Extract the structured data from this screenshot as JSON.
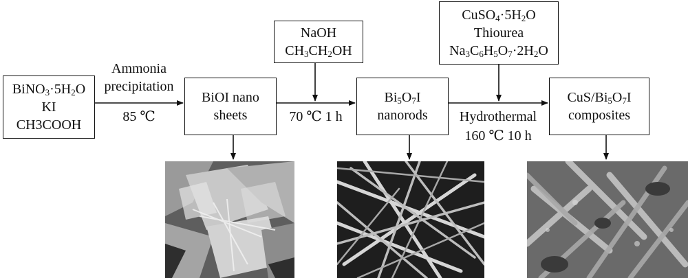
{
  "boxes": {
    "reactants": {
      "line1": {
        "a": "BiNO",
        "s1": "3",
        "b": "·5H",
        "s2": "2",
        "c": "O"
      },
      "line2": "KI",
      "line3": "CH3COOH"
    },
    "naoh": {
      "line1": "NaOH",
      "line2": {
        "a": "CH",
        "s1": "3",
        "b": "CH",
        "s2": "2",
        "c": "OH"
      }
    },
    "cuso4": {
      "line1": {
        "a": "CuSO",
        "s1": "4",
        "b": "·5H",
        "s2": "2",
        "c": "O"
      },
      "line2": "Thiourea",
      "line3": {
        "a": "Na",
        "s1": "3",
        "b": "C",
        "s2": "6",
        "c": "H",
        "s3": "5",
        "d": "O",
        "s4": "7",
        "e": "·2H",
        "s5": "2",
        "f": "O"
      }
    },
    "bioi": {
      "line1": "BiOI nano",
      "line2": "sheets"
    },
    "bi5o7i": {
      "line1": {
        "a": "Bi",
        "s1": "5",
        "b": "O",
        "s2": "7",
        "c": "I"
      },
      "line2": "nanorods"
    },
    "composite": {
      "line1": {
        "a": "CuS/Bi",
        "s1": "5",
        "b": "O",
        "s2": "7",
        "c": "I"
      },
      "line2": "composites"
    }
  },
  "steps": {
    "step1": {
      "top1": "Ammonia",
      "top2": "precipitation",
      "bottom": "85 ℃"
    },
    "step2": {
      "bottom": "70 ℃  1 h"
    },
    "step3": {
      "top": "Hydrothermal",
      "bottom": "160 ℃  10 h"
    }
  }
}
